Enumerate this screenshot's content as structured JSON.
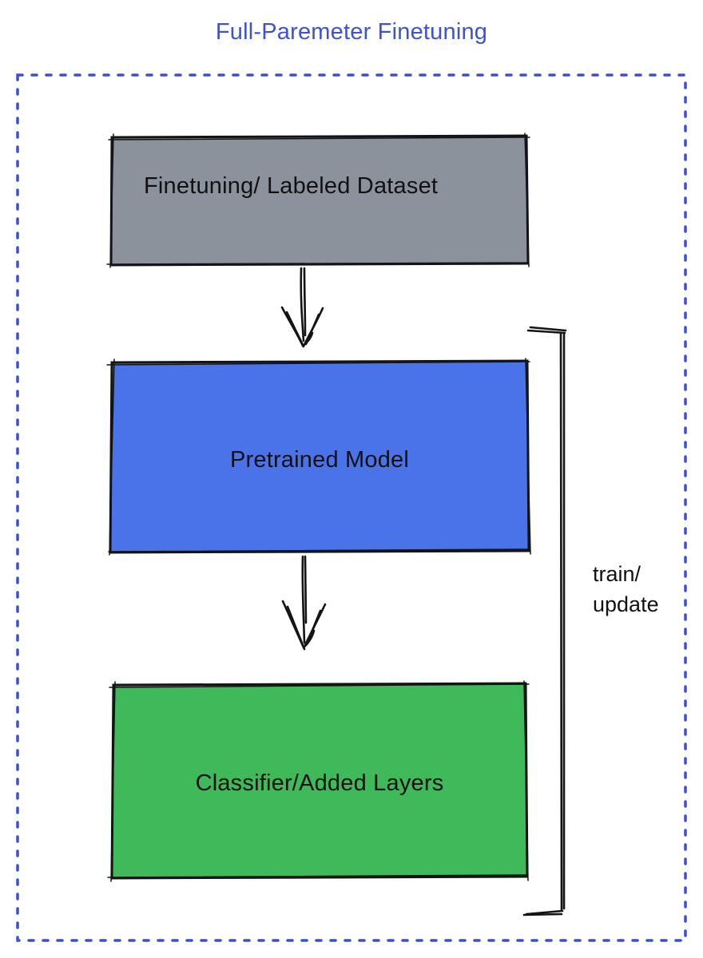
{
  "title": "Full-Paremeter Finetuning",
  "frame": {
    "style": "dashed-border",
    "color": "#3b4fd1"
  },
  "colors": {
    "title_text": "#3d52d5",
    "outline_stroke": "#141414",
    "label_text": "#111111",
    "background": "#ffffff"
  },
  "boxes": [
    {
      "id": "dataset",
      "label": "Finetuning/ Labeled Dataset",
      "fill": "#8b929c"
    },
    {
      "id": "pretrained",
      "label": "Pretrained Model",
      "fill": "#4b73e9"
    },
    {
      "id": "classifier",
      "label": "Classifier/Added Layers",
      "fill": "#3fb95a"
    }
  ],
  "edges": [
    {
      "from": "dataset",
      "to": "pretrained"
    },
    {
      "from": "pretrained",
      "to": "classifier"
    }
  ],
  "bracket": {
    "label_line1": "train/",
    "label_line2": "update",
    "spans": [
      "pretrained",
      "classifier"
    ]
  }
}
